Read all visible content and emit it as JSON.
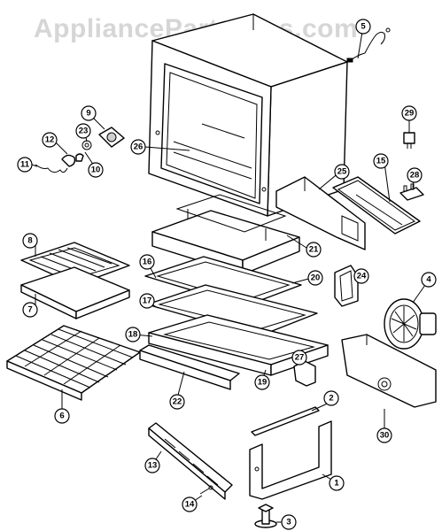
{
  "watermark": "AppliancePartsPros.com",
  "callouts": [
    {
      "id": "1",
      "label": "1"
    },
    {
      "id": "2",
      "label": "2"
    },
    {
      "id": "3",
      "label": "3"
    },
    {
      "id": "4",
      "label": "4"
    },
    {
      "id": "5",
      "label": "5"
    },
    {
      "id": "6",
      "label": "6"
    },
    {
      "id": "7",
      "label": "7"
    },
    {
      "id": "8",
      "label": "8"
    },
    {
      "id": "9",
      "label": "9"
    },
    {
      "id": "10",
      "label": "10"
    },
    {
      "id": "11",
      "label": "11"
    },
    {
      "id": "12",
      "label": "12"
    },
    {
      "id": "13",
      "label": "13"
    },
    {
      "id": "14",
      "label": "14"
    },
    {
      "id": "15",
      "label": "15"
    },
    {
      "id": "16",
      "label": "16"
    },
    {
      "id": "17",
      "label": "17"
    },
    {
      "id": "18",
      "label": "18"
    },
    {
      "id": "19",
      "label": "19"
    },
    {
      "id": "20",
      "label": "20"
    },
    {
      "id": "21",
      "label": "21"
    },
    {
      "id": "22",
      "label": "22"
    },
    {
      "id": "23",
      "label": "23"
    },
    {
      "id": "24",
      "label": "24"
    },
    {
      "id": "25",
      "label": "25"
    },
    {
      "id": "26",
      "label": "26"
    },
    {
      "id": "27",
      "label": "27"
    },
    {
      "id": "28",
      "label": "28"
    },
    {
      "id": "29",
      "label": "29"
    },
    {
      "id": "30",
      "label": "30"
    }
  ]
}
